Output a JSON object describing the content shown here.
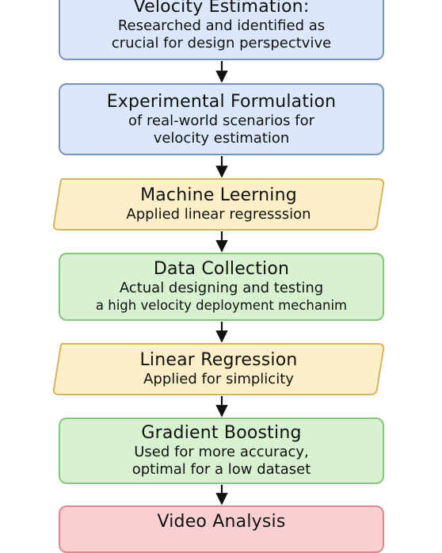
{
  "colors": {
    "blue_fill": "#dbe8fb",
    "blue_border": "#7a93b8",
    "yellow_fill": "#fdf0c8",
    "yellow_border": "#d9b45e",
    "green_fill": "#d8f2d1",
    "green_border": "#86c67a",
    "red_fill": "#f9cfd2",
    "red_border": "#d88a8f",
    "arrow": "#111111"
  },
  "nodes": [
    {
      "id": "n1",
      "shape": "rect",
      "color": "blue",
      "title": "Velocity Estimation:",
      "lines": [
        "Researched and identified as",
        "crucial for design perspectvive"
      ]
    },
    {
      "id": "n2",
      "shape": "rect",
      "color": "blue",
      "title": "Experimental Formulation",
      "lines": [
        "of real-world scenarios for",
        "velocity estimation"
      ]
    },
    {
      "id": "n3",
      "shape": "parallelogram",
      "color": "yellow",
      "title": "Machine Leerning",
      "lines": [
        "Applied linear regresssion"
      ]
    },
    {
      "id": "n4",
      "shape": "rect",
      "color": "green",
      "title": "Data Collection",
      "lines": [
        "Actual designing and testing",
        "a high velocity deployment mechanim"
      ]
    },
    {
      "id": "n5",
      "shape": "parallelogram",
      "color": "yellow",
      "title": "Linear Regression",
      "lines": [
        "Applied for simplicity"
      ]
    },
    {
      "id": "n6",
      "shape": "rect",
      "color": "green",
      "title": "Gradient Boosting",
      "lines": [
        "Used for more accuracy,",
        "optimal for a low dataset"
      ]
    },
    {
      "id": "n7",
      "shape": "rect",
      "color": "red",
      "title": "Video Analysis",
      "lines": []
    }
  ]
}
